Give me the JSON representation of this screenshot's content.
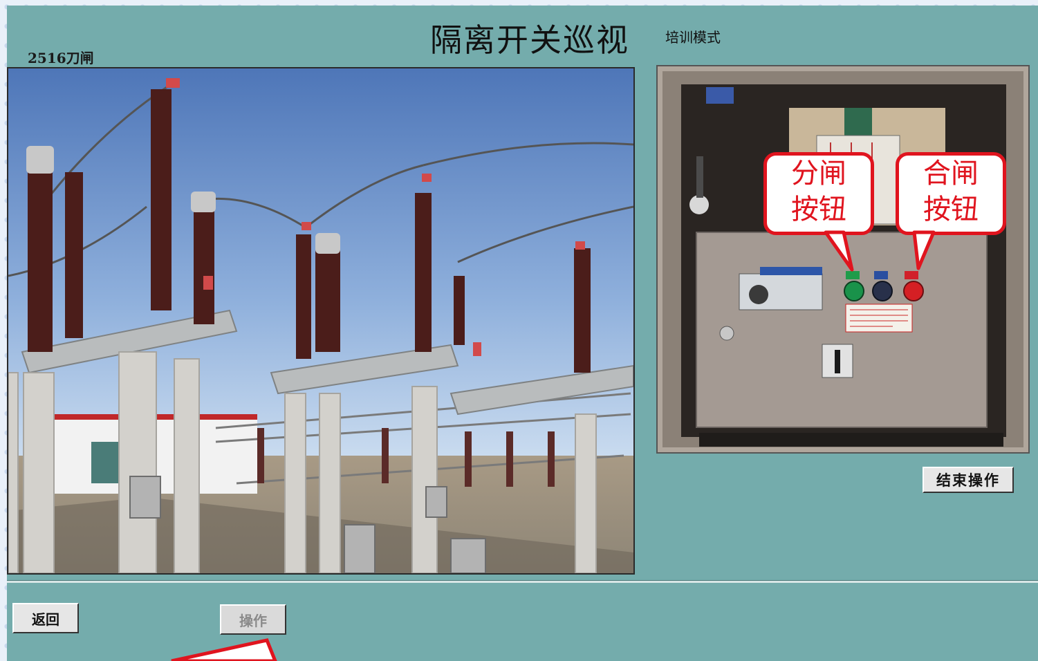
{
  "window": {
    "title": "隔离开关巡视",
    "mode_label": "培训模式",
    "device_name": "2516刀闸"
  },
  "callouts": {
    "open": {
      "line1": "分闸",
      "line2": "按钮"
    },
    "close": {
      "line1": "合闸",
      "line2": "按钮"
    }
  },
  "buttons": {
    "end_operation": "结束操作",
    "back": "返回",
    "operate": "操作"
  },
  "colors": {
    "panel_bg": "#74acac",
    "callout_red": "#e0141e"
  },
  "icons": [
    "substation-photo",
    "control-cabinet-photo"
  ]
}
